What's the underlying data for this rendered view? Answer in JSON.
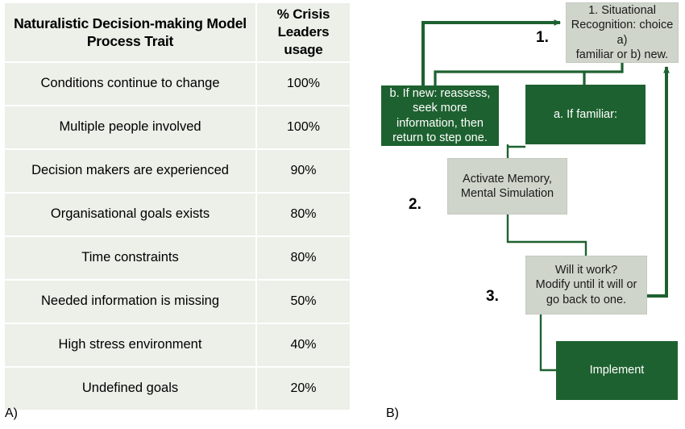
{
  "panel_a": {
    "label": "A)",
    "table": {
      "headers": [
        "Naturalistic Decision-making Model Process Trait",
        "% Crisis Leaders usage"
      ],
      "header_lines": [
        [
          "Naturalistic Decision-making Model",
          "Process Trait"
        ],
        [
          "% Crisis",
          "Leaders usage"
        ]
      ],
      "rows": [
        {
          "trait": "Conditions continue to change",
          "pct": "100%"
        },
        {
          "trait": "Multiple people involved",
          "pct": "100%"
        },
        {
          "trait": "Decision makers are experienced",
          "pct": "90%"
        },
        {
          "trait": "Organisational goals exists",
          "pct": "80%"
        },
        {
          "trait": "Time constraints",
          "pct": "80%"
        },
        {
          "trait": "Needed information is missing",
          "pct": "50%"
        },
        {
          "trait": "High stress environment",
          "pct": "40%"
        },
        {
          "trait": "Undefined goals",
          "pct": "20%"
        }
      ]
    }
  },
  "panel_b": {
    "label": "B)",
    "step_numbers": [
      "1.",
      "2.",
      "3."
    ],
    "nodes": {
      "situational": {
        "lines": [
          "1. Situational",
          "Recognition: choice a)",
          "familiar or b) new."
        ],
        "style": "gray"
      },
      "if_new": {
        "lines": [
          "b. If new: reassess,",
          "seek more",
          "information, then",
          "return to step one."
        ],
        "style": "green"
      },
      "if_familiar": {
        "lines": [
          "a. If familiar:"
        ],
        "style": "green"
      },
      "activate": {
        "lines": [
          "Activate Memory,",
          "Mental Simulation"
        ],
        "style": "gray"
      },
      "will_work": {
        "lines": [
          "Will it work?",
          "Modify until it will or",
          "go back to one."
        ],
        "style": "gray"
      },
      "implement": {
        "lines": [
          "Implement"
        ],
        "style": "green"
      }
    }
  },
  "colors": {
    "green": "#1e6130",
    "gray_box": "#cfd5cb",
    "table_cell": "#edefe9",
    "connector": "#1e6130"
  },
  "chart_data": {
    "type": "table",
    "title": "Naturalistic Decision-making Model Process Trait vs % Crisis Leaders usage",
    "categories": [
      "Conditions continue to change",
      "Multiple people involved",
      "Decision makers are experienced",
      "Organisational goals exists",
      "Time constraints",
      "Needed information is missing",
      "High stress environment",
      "Undefined goals"
    ],
    "values": [
      100,
      100,
      90,
      80,
      80,
      50,
      40,
      20
    ],
    "xlabel": "Naturalistic Decision-making Model Process Trait",
    "ylabel": "% Crisis Leaders usage",
    "ylim": [
      0,
      100
    ]
  }
}
